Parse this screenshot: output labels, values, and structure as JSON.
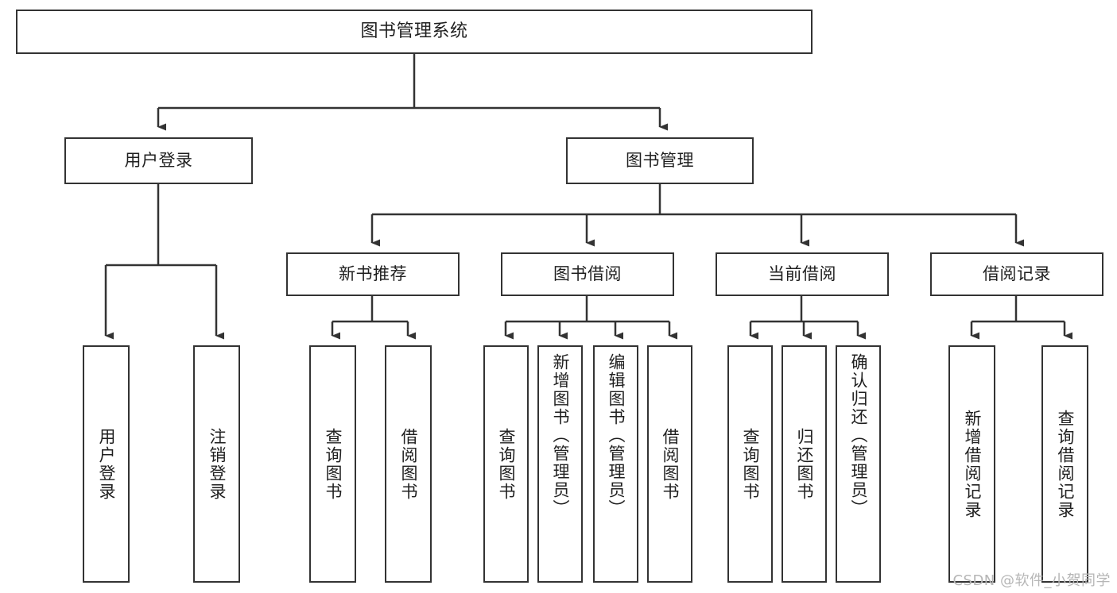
{
  "diagram": {
    "title": "图书管理系统",
    "watermark": "CSDN @软件_小贺同学",
    "line_color": "#333333",
    "box_border_color": "#333333",
    "box_fill_color": "#ffffff",
    "text_color": "#1f1f1f",
    "levels": {
      "root": {
        "label": "图书管理系统"
      },
      "level2": [
        {
          "label": "用户登录"
        },
        {
          "label": "图书管理"
        }
      ],
      "level3": [
        {
          "label": "新书推荐"
        },
        {
          "label": "图书借阅"
        },
        {
          "label": "当前借阅"
        },
        {
          "label": "借阅记录"
        }
      ],
      "leaves": {
        "user_login": [
          {
            "label": "用户登录"
          },
          {
            "label": "注销登录"
          }
        ],
        "new_book_recommend": [
          {
            "label": "查询图书"
          },
          {
            "label": "借阅图书"
          }
        ],
        "book_borrow": [
          {
            "label": "查询图书"
          },
          {
            "label": "新增图书（管理员）"
          },
          {
            "label": "编辑图书（管理员）"
          },
          {
            "label": "借阅图书"
          }
        ],
        "current_borrow": [
          {
            "label": "查询图书"
          },
          {
            "label": "归还图书"
          },
          {
            "label": "确认归还（管理员）"
          }
        ],
        "borrow_record": [
          {
            "label": "新增借阅记录"
          },
          {
            "label": "查询借阅记录"
          }
        ]
      }
    }
  }
}
